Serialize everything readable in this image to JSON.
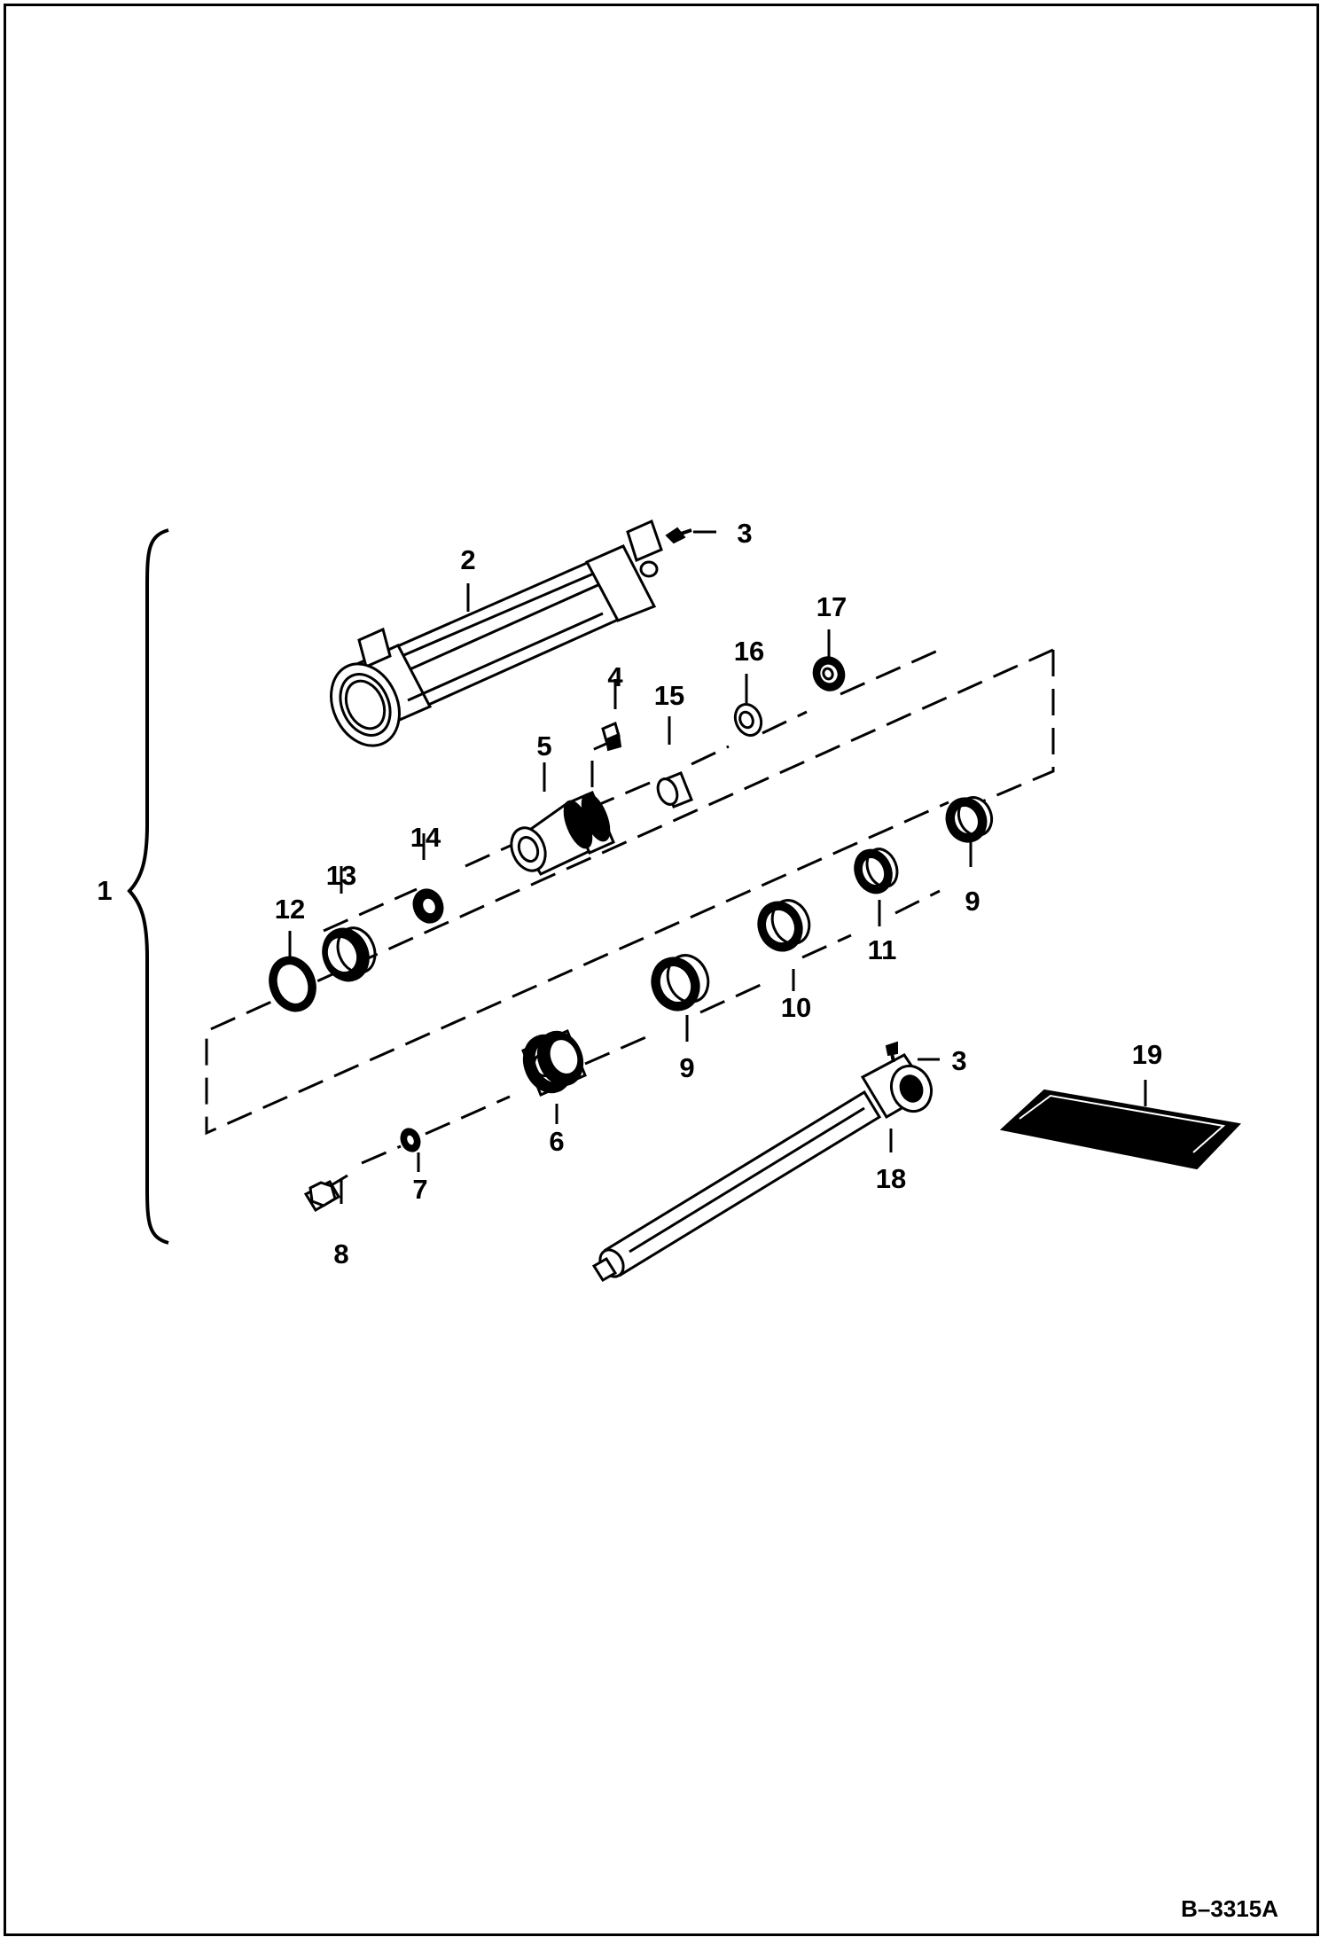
{
  "figure_number": "B–3315A",
  "callouts": {
    "p1": "1",
    "p2": "2",
    "p3a": "3",
    "p3b": "3",
    "p4": "4",
    "p5": "5",
    "p6": "6",
    "p7": "7",
    "p8": "8",
    "p9a": "9",
    "p9b": "9",
    "p10": "10",
    "p11": "11",
    "p12": "12",
    "p13": "13",
    "p14": "14",
    "p15": "15",
    "p16": "16",
    "p17": "17",
    "p18": "18",
    "p19": "19"
  }
}
